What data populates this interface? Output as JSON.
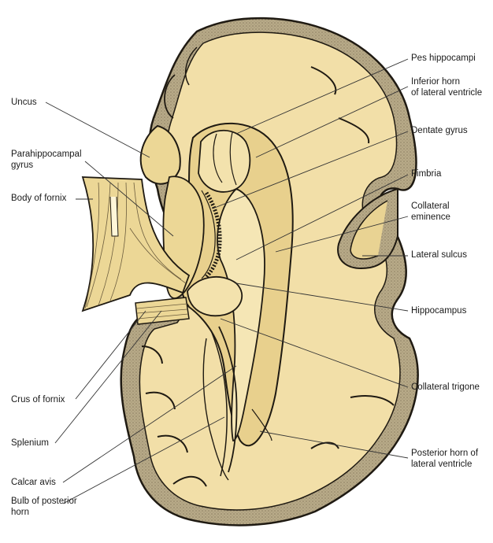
{
  "labels": {
    "pes_hippocampi": "Pes hippocampi",
    "inferior_horn_1": "Inferior horn",
    "inferior_horn_2": "of lateral ventricle",
    "dentate_gyrus": "Dentate gyrus",
    "fimbria": "Fimbria",
    "collateral_eminence_1": "Collateral",
    "collateral_eminence_2": "eminence",
    "lateral_sulcus": "Lateral sulcus",
    "hippocampus": "Hippocampus",
    "collateral_trigone": "Collateral trigone",
    "posterior_horn_1": "Posterior horn of",
    "posterior_horn_2": "lateral ventricle",
    "uncus": "Uncus",
    "parahippocampal_1": "Parahippocampal",
    "parahippocampal_2": "gyrus",
    "body_of_fornix": "Body of fornix",
    "crus_of_fornix": "Crus of fornix",
    "splenium": "Splenium",
    "calcar_avis": "Calcar avis",
    "bulb_1": "Bulb of posterior",
    "bulb_2": "horn"
  },
  "colors": {
    "tissue": "#f2dfa8",
    "tissue_shade": "#e6cd8a",
    "grey_matter": "#b3a584",
    "outline": "#1f1a12",
    "leader": "#333333"
  }
}
